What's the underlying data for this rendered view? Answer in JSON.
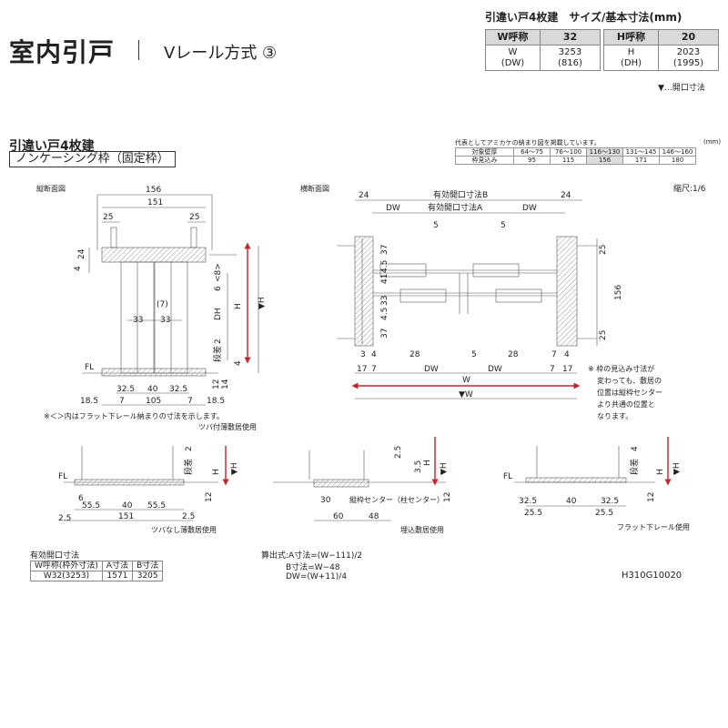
{
  "header": {
    "title": "室内引戸",
    "subtitle": "Vレール方式 ③",
    "caption": "引違い戸4枚建　サイズ/基本寸法(mm)",
    "w_label": "W呼称",
    "w_value": "32",
    "h_label": "H呼称",
    "h_value": "20",
    "w_dim_label": "W\n(DW)",
    "w_dim_label_a": "W",
    "w_dim_label_b": "(DW)",
    "w_dim_value_a": "3253",
    "w_dim_value_b": "(816)",
    "h_dim_label_a": "H",
    "h_dim_label_b": "(DH)",
    "h_dim_value_a": "2023",
    "h_dim_value_b": "(1995)",
    "legend": "▼…開口寸法"
  },
  "section": {
    "title": "引違い戸4枚建",
    "badge": "ノンケーシング枠（固定枠）",
    "note": "代表としてアミカケの納まり図を掲載しています。",
    "unit": "(mm)",
    "table_row1": [
      "対象壁厚",
      "64～75",
      "76～100",
      "116～130",
      "131～145",
      "146～160"
    ],
    "table_row2": [
      "枠見込み",
      "95",
      "115",
      "156",
      "171",
      "180"
    ]
  },
  "diagram": {
    "vertical_label": "縦断面図",
    "horizontal_label": "横断面図",
    "scale": "縮尺:1/6",
    "v_dims": {
      "d156": "156",
      "d151": "151",
      "d25a": "25",
      "d25b": "25",
      "d24": "24",
      "d4": "4",
      "d6": "6",
      "d8": "<8>",
      "d7": "(7)",
      "d33a": "33",
      "d33b": "33",
      "dh": "DH",
      "h": "H",
      "hv": "▼H",
      "step": "段差",
      "d2": "2",
      "d4b": "4",
      "fl": "FL",
      "d12": "12",
      "d14": "14",
      "d325a": "32.5",
      "d40": "40",
      "d325b": "32.5",
      "d7a": "7",
      "d105": "105",
      "d7b": "7",
      "d185a": "18.5",
      "d185b": "18.5"
    },
    "v_note": "※＜＞内はフラット下レール納まりの寸法を示します。",
    "h_dims": {
      "eff_b": "有効開口寸法B",
      "eff_a": "有効開口寸法A",
      "d24a": "24",
      "d24b": "24",
      "dw1": "DW",
      "dw2": "DW",
      "d5a": "5",
      "d5b": "5",
      "d25a": "25",
      "d25b": "25",
      "d156": "156",
      "d37a": "37",
      "d45a": "4.5",
      "d41": "41",
      "d33": "33",
      "d45b": "4.5",
      "d37b": "37",
      "d3": "3",
      "d4": "4",
      "d28a": "28",
      "d5c": "5",
      "d28b": "28",
      "d7": "7",
      "d4b": "4",
      "d17a": "17",
      "d7b": "7",
      "dw3": "DW",
      "dw4": "DW",
      "d17b": "17",
      "d7c": "7",
      "w": "W",
      "wv": "▼W"
    },
    "h_note": [
      "※ 枠の見込み寸法が",
      "変わっても、敷居の",
      "位置は縦枠センター",
      "より共通の位置と",
      "なります。"
    ],
    "sub1": {
      "label": "ツバ付薄敷居使用",
      "fl": "FL",
      "d6": "6",
      "d555a": "55.5",
      "d40": "40",
      "d555b": "55.5",
      "d25a": "2.5",
      "d151": "151",
      "d25b": "2.5",
      "step": "段差",
      "d2": "2",
      "h": "H",
      "hv": "▼H",
      "d12": "12",
      "caption": "ツバなし薄敷居使用"
    },
    "sub2": {
      "d25": "2.5",
      "d35": "3.5",
      "h": "H",
      "hv": "▼H",
      "d12": "12",
      "d30": "30",
      "center": "縦枠センター（柱センター）",
      "d60": "60",
      "d48": "48",
      "caption": "埋込敷居使用"
    },
    "sub3": {
      "fl": "FL",
      "step": "段差",
      "d4": "4",
      "h": "H",
      "hv": "▼H",
      "d12": "12",
      "d325a": "32.5",
      "d40": "40",
      "d325b": "32.5",
      "d255a": "25.5",
      "d255b": "25.5",
      "caption": "フラット下レール使用"
    }
  },
  "opening": {
    "title": "有効開口寸法",
    "headers": [
      "W呼称(枠外寸法)",
      "A寸法",
      "B寸法"
    ],
    "row": [
      "W32(3253)",
      "1571",
      "3205"
    ]
  },
  "formula": {
    "lines": [
      "算出式:A寸法=(W−111)/2",
      "B寸法=W−48",
      "DW=(W+11)/4"
    ]
  },
  "code": "H310G10020"
}
